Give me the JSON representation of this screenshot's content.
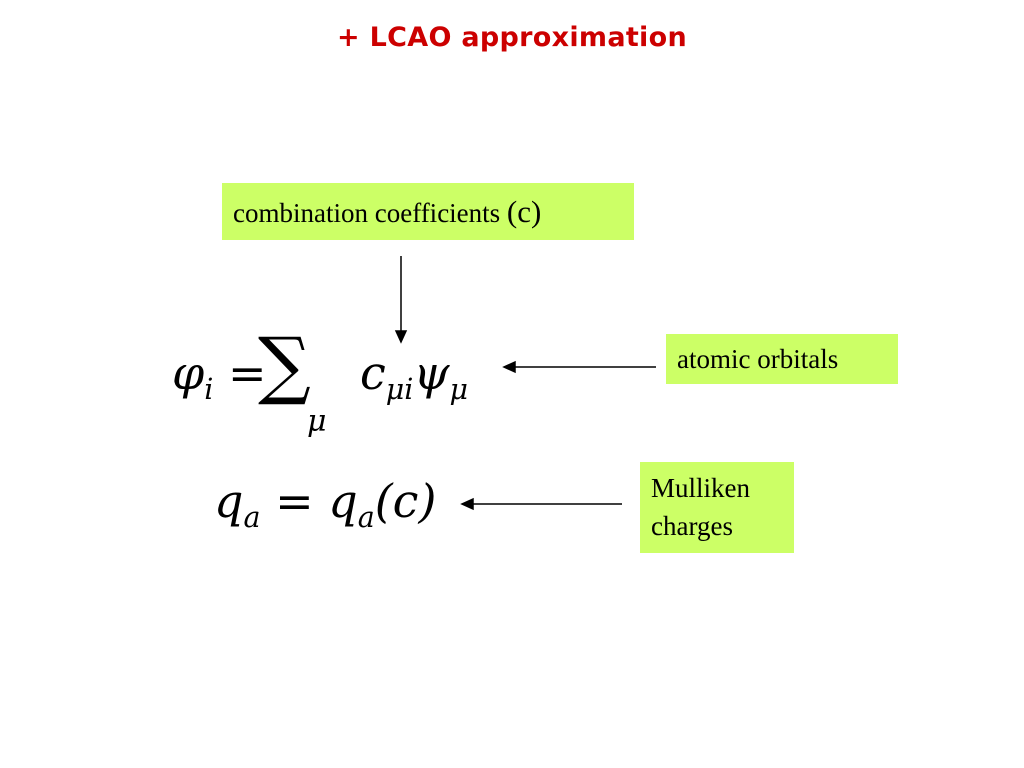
{
  "slide": {
    "title": "+ LCAO approximation",
    "title_color": "#cc0000",
    "highlight_color": "#ccff66"
  },
  "callouts": {
    "coefficients": {
      "text": "combination coefficients ",
      "symbol": "(c)"
    },
    "orbitals": {
      "text": "atomic orbitals"
    },
    "mulliken": {
      "line1": "Mulliken",
      "line2": "charges"
    }
  },
  "equations": {
    "eq1": {
      "lhs_var": "φ",
      "lhs_sub": "i",
      "equals": " = ",
      "sum": "∑",
      "sum_sub": "μ",
      "coef": "c",
      "coef_sub": "μi",
      "orb": "ψ",
      "orb_sub": "μ"
    },
    "eq2": {
      "lhs_var": "q",
      "lhs_sub": "a",
      "equals": " = ",
      "rhs_var": "q",
      "rhs_sub": "a",
      "arg": "(c)"
    }
  }
}
